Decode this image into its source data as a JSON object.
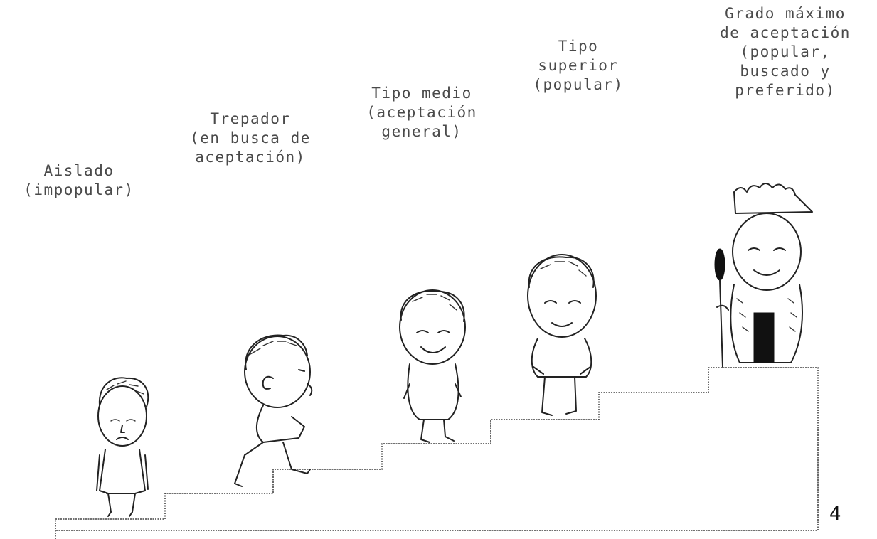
{
  "labels": {
    "aislado": "Aislado\n(impopular)",
    "trepador": "Trepador\n(en busca de\naceptación)",
    "medio": "Tipo medio\n(aceptación\ngeneral)",
    "superior": "Tipo\nsuperior\n(popular)",
    "maximo": "Grado máximo\nde aceptación\n(popular,\nbuscado y\npreferido)"
  },
  "page_number": "4",
  "icons": [
    "staircase",
    "isolated-child",
    "climbing-child",
    "average-child",
    "popular-child",
    "crowned-child",
    "crown-icon",
    "scepter-icon"
  ],
  "colors": {
    "ink": "#222222",
    "text": "#4a4a4a",
    "background": "#ffffff"
  }
}
